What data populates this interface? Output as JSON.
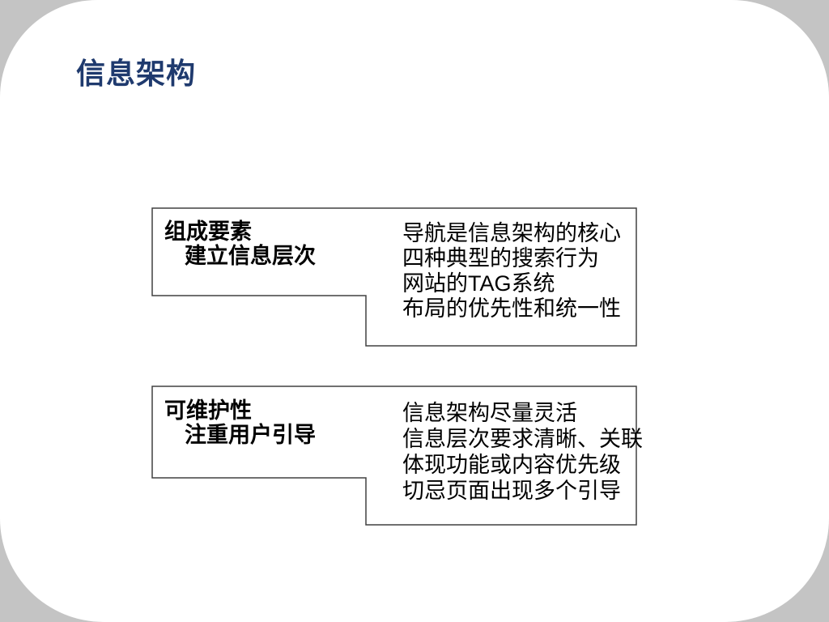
{
  "slide": {
    "title": "信息架构",
    "colors": {
      "title_blue": "#1f3a6e",
      "corner_gray": "#c4c4c4",
      "box_border": "#404040",
      "body_text": "#000000"
    },
    "boxes": [
      {
        "heading_lines": [
          "组成要素",
          "建立信息层次"
        ],
        "body_lines": [
          "导航是信息架构的核心",
          "四种典型的搜索行为",
          "网站的TAG系统",
          "布局的优先性和统一性"
        ]
      },
      {
        "heading_lines": [
          "可维护性",
          "注重用户引导"
        ],
        "body_lines": [
          "信息架构尽量灵活",
          "信息层次要求清晰、关联",
          "体现功能或内容优先级",
          "切忌页面出现多个引导"
        ]
      }
    ]
  }
}
